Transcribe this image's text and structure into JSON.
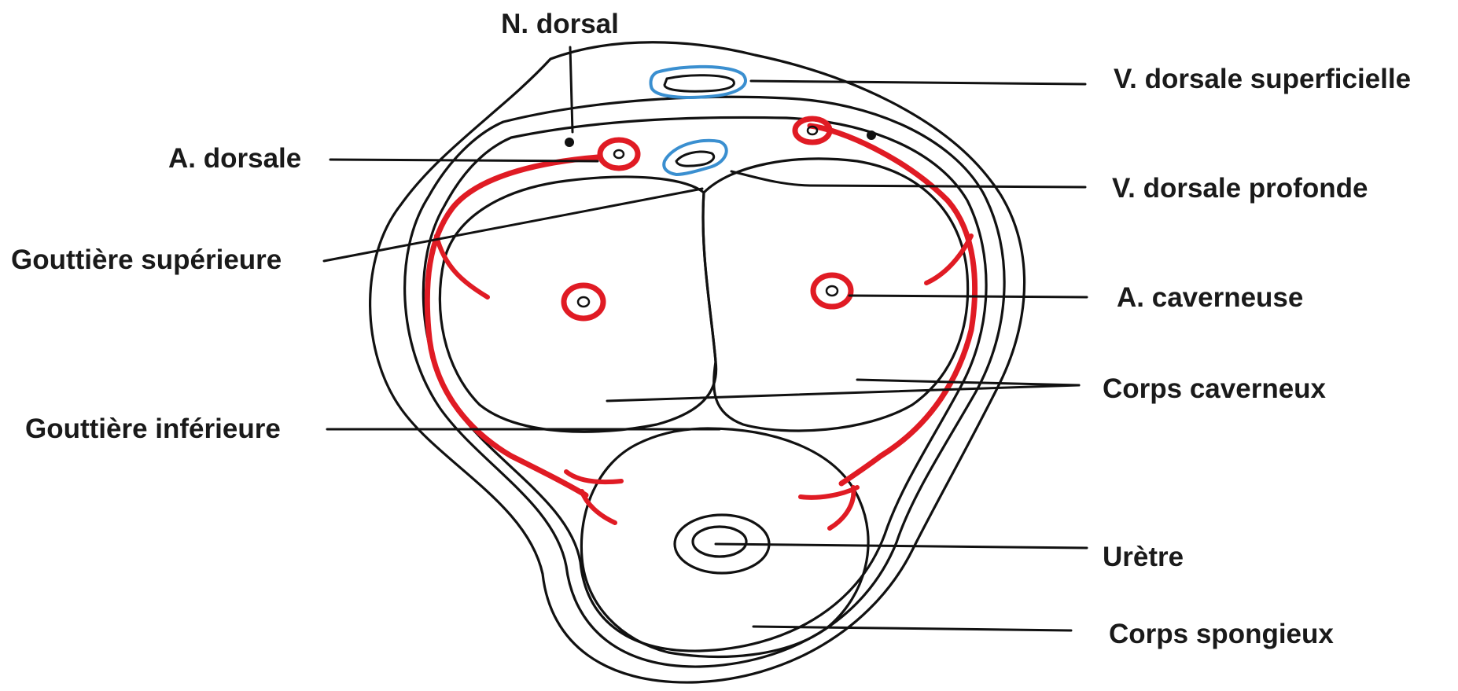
{
  "labels": {
    "n_dorsal": "N. dorsal",
    "v_dorsale_superficielle": "V. dorsale superficielle",
    "a_dorsale": "A. dorsale",
    "v_dorsale_profonde": "V. dorsale profonde",
    "gouttiere_superieure": "Gouttière supérieure",
    "a_caverneuse": "A. caverneuse",
    "corps_caverneux": "Corps caverneux",
    "gouttiere_inferieure": "Gouttière inférieure",
    "uretre": "Urètre",
    "corps_spongieux": "Corps spongieux"
  },
  "colors": {
    "outline": "#111111",
    "artery": "#e01b24",
    "vein": "#3a8fd0",
    "label": "#1a1a1a"
  }
}
